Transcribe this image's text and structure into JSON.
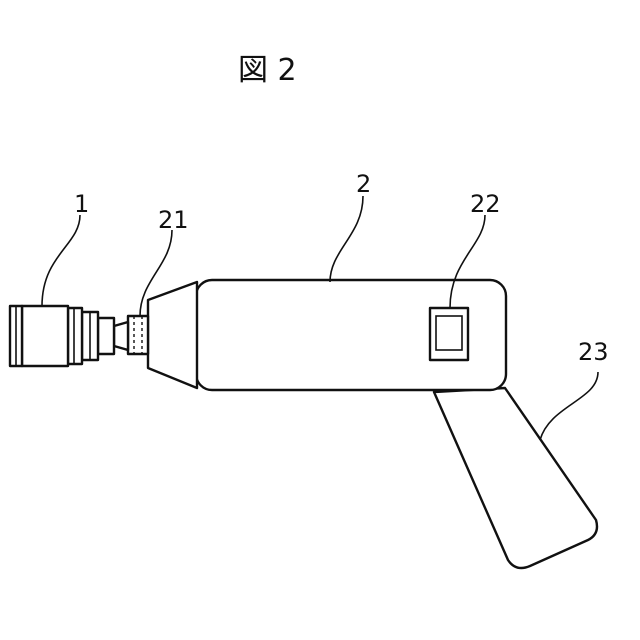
{
  "figure": {
    "title": "図 2",
    "labels": {
      "connector": "1",
      "tip": "21",
      "body": "2",
      "display": "22",
      "handle": "23"
    }
  }
}
